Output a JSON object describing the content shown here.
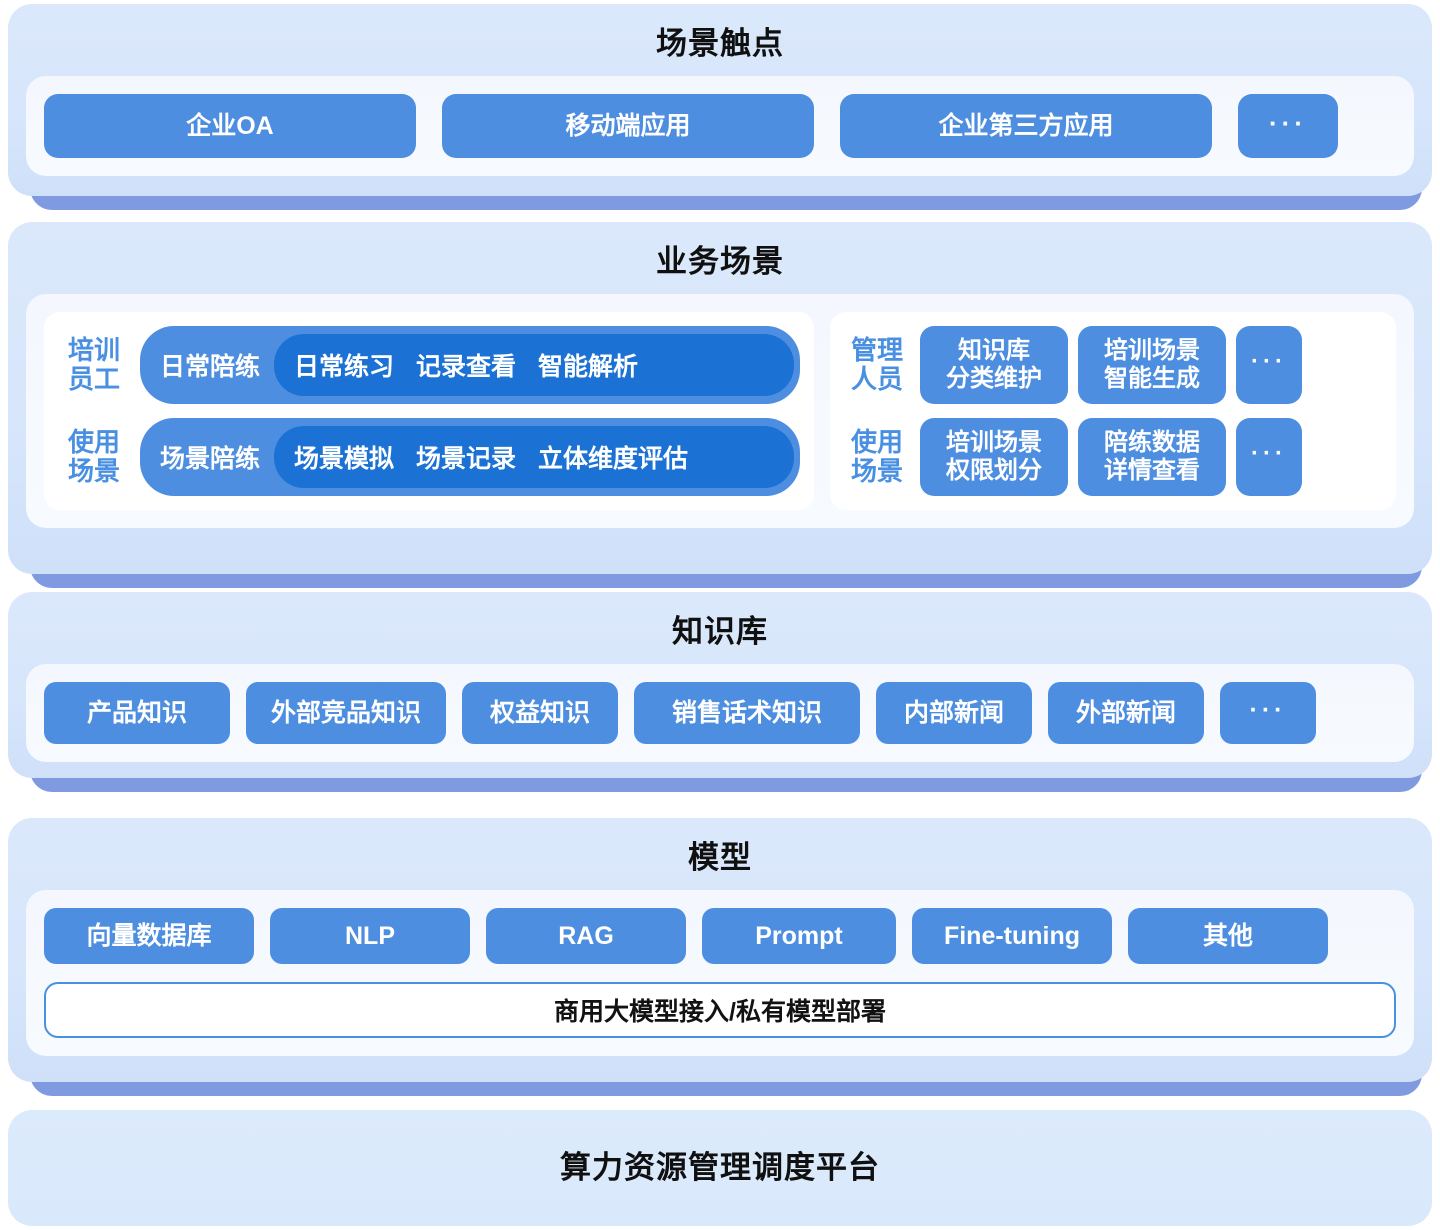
{
  "layers": [
    {
      "id": "touchpoints",
      "title": "场景触点",
      "items": [
        "企业OA",
        "移动端应用",
        "企业第三方应用",
        "···"
      ]
    },
    {
      "id": "business",
      "title": "业务场景",
      "left": {
        "rows": [
          {
            "role": "培训\n员工",
            "head": "日常陪练",
            "items": [
              "日常练习",
              "记录查看",
              "智能解析"
            ]
          },
          {
            "role": "使用\n场景",
            "head": "场景陪练",
            "items": [
              "场景模拟",
              "场景记录",
              "立体维度评估"
            ]
          }
        ]
      },
      "right": {
        "rows": [
          {
            "role": "管理\n人员",
            "items": [
              "知识库\n分类维护",
              "培训场景\n智能生成",
              "···"
            ]
          },
          {
            "role": "使用\n场景",
            "items": [
              "培训场景\n权限划分",
              "陪练数据\n详情查看",
              "···"
            ]
          }
        ]
      }
    },
    {
      "id": "knowledge",
      "title": "知识库",
      "items": [
        "产品知识",
        "外部竞品知识",
        "权益知识",
        "销售话术知识",
        "内部新闻",
        "外部新闻",
        "···"
      ]
    },
    {
      "id": "model",
      "title": "模型",
      "items": [
        "向量数据库",
        "NLP",
        "RAG",
        "Prompt",
        "Fine-tuning",
        "其他"
      ],
      "bar": "商用大模型接入/私有模型部署"
    },
    {
      "id": "platform",
      "title": "算力资源管理调度平台"
    }
  ],
  "colors": {
    "card_bg": "#dbe8fb",
    "panel_bg": "#f5f9fe",
    "pill_blue": "#4d8ee0",
    "pill_blue_dark": "#1b72d4",
    "slab": "#7f9ae0",
    "label_blue": "#4a90e2",
    "title_text": "#101010",
    "pill_text": "#ffffff"
  }
}
